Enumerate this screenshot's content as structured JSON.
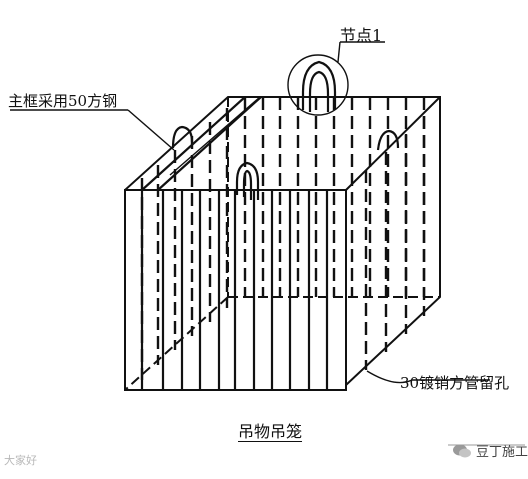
{
  "labels": {
    "node": "节点1",
    "frame": "主框采用50方钢",
    "hole": "30镀销方管留孔",
    "caption": "吊物吊笼"
  },
  "watermarks": {
    "left": "大家好",
    "right": "豆丁施工"
  }
}
